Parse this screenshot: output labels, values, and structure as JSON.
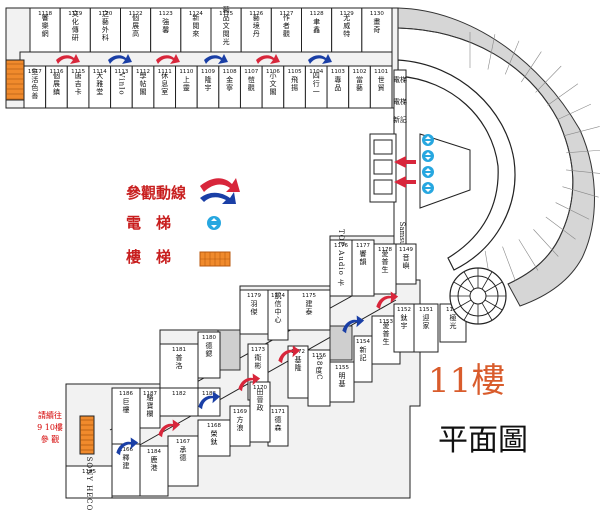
{
  "title": "11樓",
  "subtitle": "平面圖",
  "legend": [
    {
      "label": "參觀動線",
      "icon": "route-arrow-icon"
    },
    {
      "label": "電　梯",
      "icon": "elevator-icon"
    },
    {
      "label": "樓　梯",
      "icon": "stairs-icon"
    }
  ],
  "note": [
    "請續往",
    "9 10樓",
    "參 觀"
  ],
  "vertical_labels": [
    "電梯",
    "電梯",
    "新記",
    "Samsung"
  ],
  "colors": {
    "route_blue": "#1a3fa6",
    "route_red": "#d8263b",
    "elevator": "#27a7e0",
    "stairs": "#f08a2c",
    "title": "#d95c2c"
  },
  "top_row": [
    {
      "n": "1118",
      "name": "響樂網"
    },
    {
      "n": "1119",
      "name": "文化傳研"
    },
    {
      "n": "1120",
      "name": "之藝外科"
    },
    {
      "n": "1122",
      "name": "個展高"
    },
    {
      "n": "1123",
      "name": "強馨"
    },
    {
      "n": "1124",
      "name": "新閱來"
    },
    {
      "n": "1125",
      "name": "藝品文閱光"
    },
    {
      "n": "1126",
      "name": "藝境丹"
    },
    {
      "n": "1127",
      "name": "作者觀"
    },
    {
      "n": "1128",
      "name": "聿鑫"
    },
    {
      "n": "1129",
      "name": "尤威特"
    },
    {
      "n": "1130",
      "name": "畫奇"
    }
  ],
  "mid_row": [
    {
      "n": "1117",
      "name": "生活色善"
    },
    {
      "n": "1116",
      "name": "個展鎮"
    },
    {
      "n": "1115",
      "name": "唐吉卡"
    },
    {
      "n": "1114",
      "name": "大雅堂"
    },
    {
      "n": "1113",
      "name": "Vinlo"
    },
    {
      "n": "1112",
      "name": "學帖閣"
    },
    {
      "n": "1111",
      "name": "休息室"
    },
    {
      "n": "1110",
      "name": "上靈"
    },
    {
      "n": "1109",
      "name": "隆宇"
    },
    {
      "n": "1108",
      "name": "金寧"
    },
    {
      "n": "1107",
      "name": "愷觀"
    },
    {
      "n": "1106",
      "name": "小文閣"
    },
    {
      "n": "1105",
      "name": "飛揚"
    },
    {
      "n": "1104",
      "name": "四行一"
    },
    {
      "n": "1103",
      "name": "專品"
    },
    {
      "n": "1102",
      "name": "當藝"
    },
    {
      "n": "1101",
      "name": "世貿"
    }
  ],
  "diag_left": [
    {
      "n": "1179",
      "name": "羽傑"
    },
    {
      "n": "1180",
      "name": "德鍶"
    },
    {
      "n": "1181",
      "name": "普洛"
    },
    {
      "n": "1182",
      "name": ""
    },
    {
      "n": "1183",
      "name": ""
    },
    {
      "n": "1186",
      "name": "巨樓"
    },
    {
      "n": "1187",
      "name": "駱寶欄"
    },
    {
      "n": "1184",
      "name": "鹿港"
    },
    {
      "n": "1185",
      "name": "SONY HECO"
    }
  ],
  "diag_right": [
    {
      "n": "1176",
      "name": "TOP Audio 卡"
    },
    {
      "n": "1177",
      "name": "響韻"
    },
    {
      "n": "1175",
      "name": "建泰"
    },
    {
      "n": "1174",
      "name": "凱信中心"
    },
    {
      "n": "1173",
      "name": "衛彬"
    },
    {
      "n": "1172",
      "name": "基隆"
    },
    {
      "n": "1171",
      "name": "德森"
    },
    {
      "n": "1170",
      "name": "田晉政"
    },
    {
      "n": "1169",
      "name": "方浪"
    },
    {
      "n": "1168",
      "name": "榮鈦"
    },
    {
      "n": "1167",
      "name": "承德"
    },
    {
      "n": "1166",
      "name": "釋建"
    }
  ],
  "center_col": [
    {
      "n": "1156",
      "name": "38度C"
    },
    {
      "n": "1155",
      "name": "明基"
    },
    {
      "n": "1154",
      "name": "新記"
    },
    {
      "n": "1153",
      "name": "愛普生"
    },
    {
      "n": "1152",
      "name": "鈦宇"
    },
    {
      "n": "1151",
      "name": "迎家"
    },
    {
      "n": "1150",
      "name": "極光"
    },
    {
      "n": "1178",
      "name": "愛普生"
    },
    {
      "n": "1149",
      "name": "音嶼"
    }
  ]
}
